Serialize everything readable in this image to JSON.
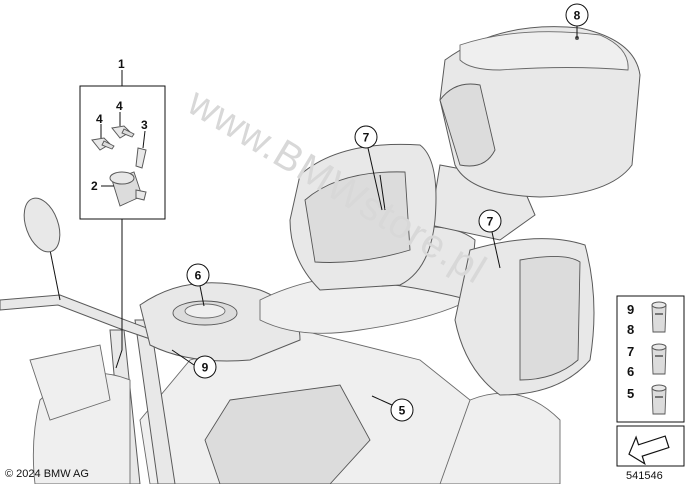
{
  "callouts": {
    "c1": "1",
    "c2": "2",
    "c3": "3",
    "c4a": "4",
    "c4b": "4",
    "c5": "5",
    "c6": "6",
    "c7a": "7",
    "c7b": "7",
    "c8": "8",
    "c9": "9"
  },
  "legend": {
    "row1_top": "9",
    "row1_bottom": "8",
    "row2_top": "7",
    "row2_bottom": "6",
    "row3_top": "5"
  },
  "watermark": "www.BMWstore.pl",
  "copyright": "© 2024 BMW AG",
  "diagram_number": "541546",
  "icons": [
    "lock-cylinder-icon",
    "key-icon",
    "forward-arrow-icon"
  ]
}
